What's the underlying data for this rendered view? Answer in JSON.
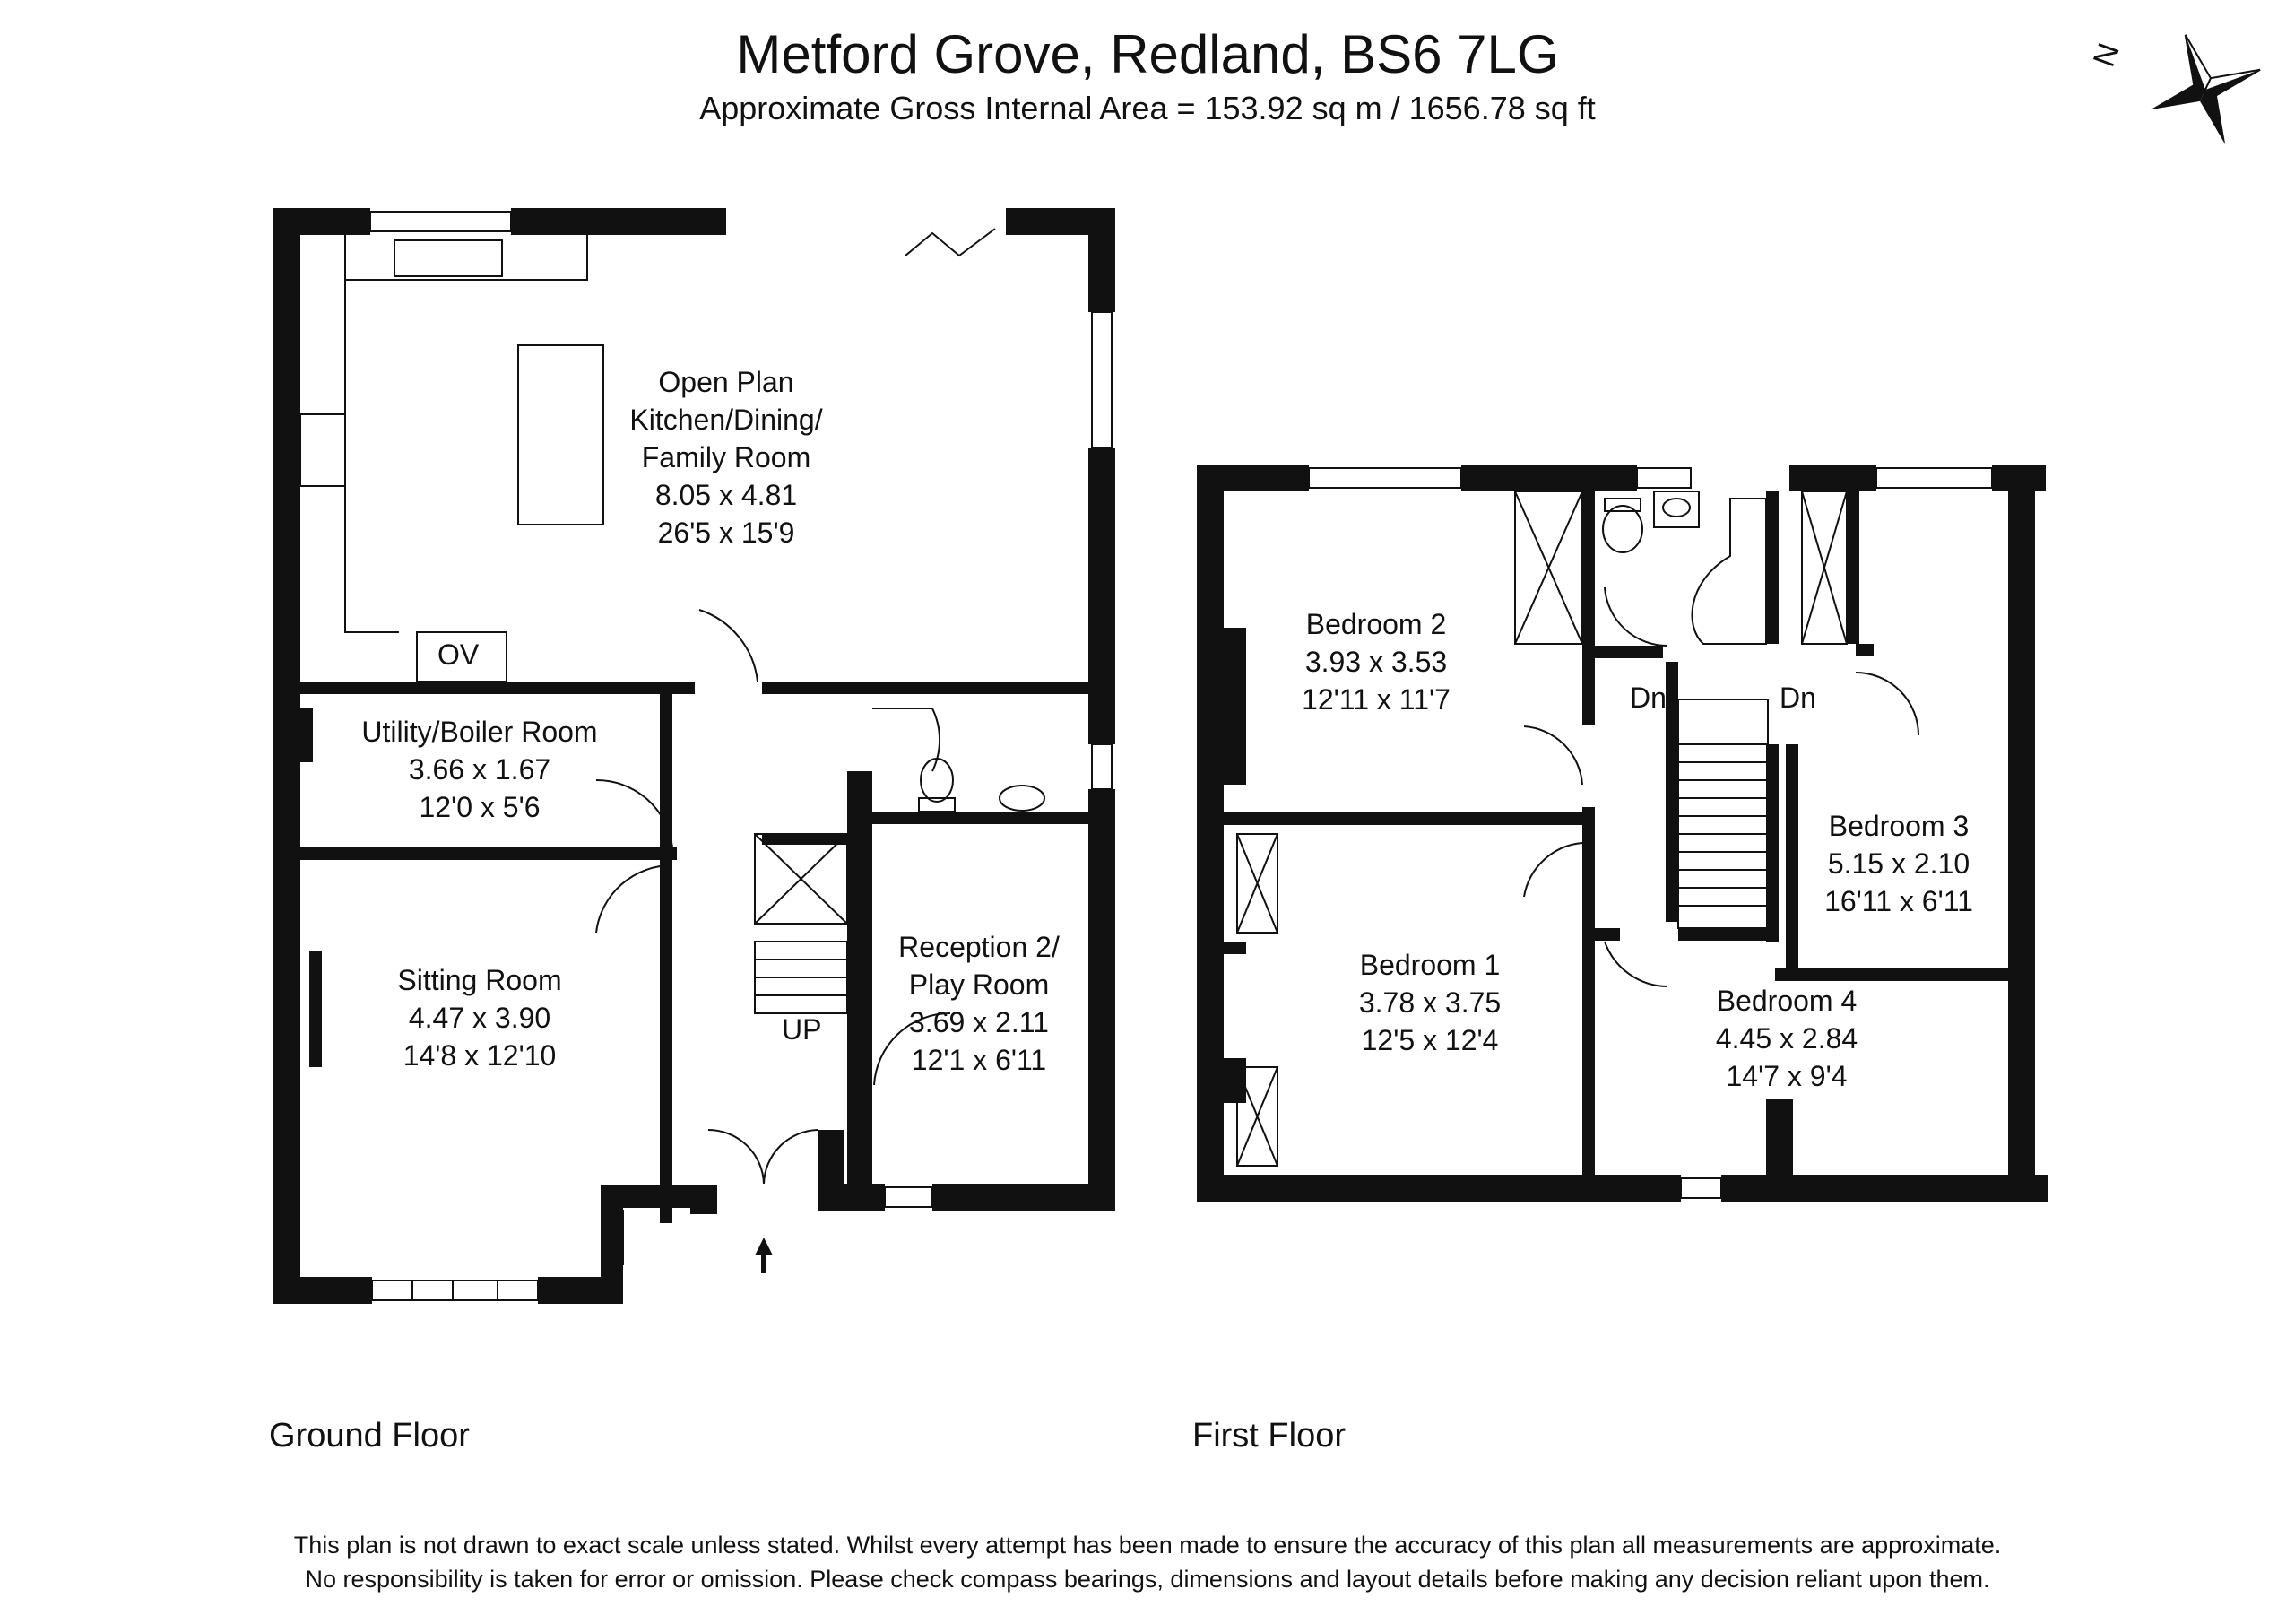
{
  "header": {
    "title": "Metford Grove, Redland, BS6 7LG",
    "area": "Approximate Gross Internal Area =  153.92 sq m / 1656.78 sq ft"
  },
  "compass": {
    "label": "N",
    "icon": "compass-rose-icon"
  },
  "ground_floor": {
    "label": "Ground Floor",
    "rooms": [
      {
        "name": "Open Plan\nKitchen/Dining/\nFamily Room",
        "metric": "8.05 x 4.81",
        "imperial": "26'5 x 15'9"
      },
      {
        "name": "Utility/Boiler Room",
        "metric": "3.66 x 1.67",
        "imperial": "12'0 x 5'6"
      },
      {
        "name": "Sitting Room",
        "metric": "4.47 x 3.90",
        "imperial": "14'8 x 12'10"
      },
      {
        "name": "Reception 2/\nPlay Room",
        "metric": "3.69 x 2.11",
        "imperial": "12'1 x 6'11"
      }
    ],
    "ov_label": "OV",
    "up_label": "UP"
  },
  "first_floor": {
    "label": "First Floor",
    "rooms": [
      {
        "name": "Bedroom 2",
        "metric": "3.93 x 3.53",
        "imperial": "12'11 x 11'7"
      },
      {
        "name": "Bedroom 1",
        "metric": "3.78 x 3.75",
        "imperial": "12'5 x 12'4"
      },
      {
        "name": "Bedroom 3",
        "metric": "5.15 x 2.10",
        "imperial": "16'11 x 6'11"
      },
      {
        "name": "Bedroom 4",
        "metric": "4.45 x 2.84",
        "imperial": "14'7 x 9'4"
      }
    ],
    "dn_label_1": "Dn",
    "dn_label_2": "Dn"
  },
  "disclaimer": {
    "line1": "This plan is not drawn to exact scale unless stated.  Whilst every attempt has been made to ensure the accuracy of this plan all measurements are approximate.",
    "line2": "No responsibility is taken for error or omission.  Please check compass bearings, dimensions and layout details before making any decision reliant upon them."
  },
  "colors": {
    "wall": "#111111",
    "background": "#ffffff"
  }
}
